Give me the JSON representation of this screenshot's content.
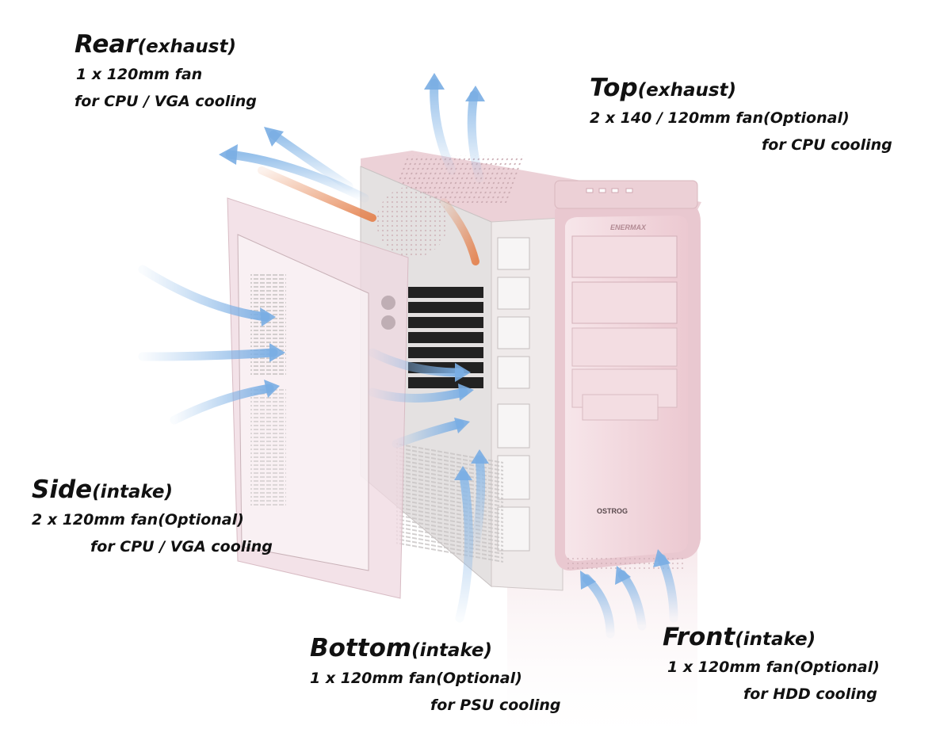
{
  "colors": {
    "case_body": "#f1d7dc",
    "case_shadow": "#dcb9c0",
    "front_panel": "#f6e3e7",
    "side_panel": "#efd8e0",
    "interior": "#e9e4e4",
    "airflow_intake": "#8ab9e8",
    "airflow_exhaust": "#e47f4a"
  },
  "labels": {
    "rear": {
      "title": "Rear",
      "paren": "(exhaust)",
      "line2": "1 x 120mm fan",
      "line3": "for CPU / VGA cooling"
    },
    "top": {
      "title": "Top",
      "paren": "(exhaust)",
      "line2": "2 x 140 / 120mm fan(Optional)",
      "line3": "for CPU cooling"
    },
    "side": {
      "title": "Side",
      "paren": "(intake)",
      "line2": "2 x 120mm fan(Optional)",
      "line3": "for CPU / VGA cooling"
    },
    "bottom": {
      "title": "Bottom",
      "paren": "(intake)",
      "line2": "1 x 120mm fan(Optional)",
      "line3": "for PSU cooling"
    },
    "front": {
      "title": "Front",
      "paren": "(intake)",
      "line2": "1 x 120mm fan(Optional)",
      "line3": "for HDD cooling"
    }
  },
  "case": {
    "brand": "ENERMAX",
    "model_badge": "OSTROG"
  }
}
